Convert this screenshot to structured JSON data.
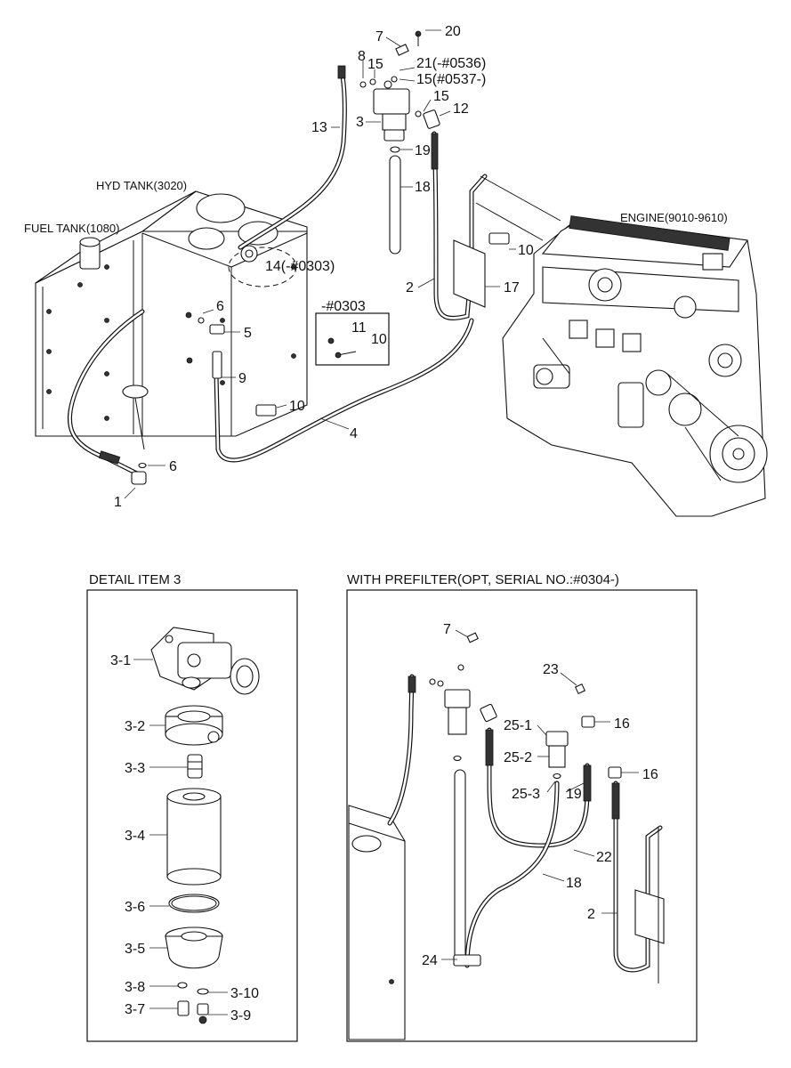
{
  "main": {
    "tank_labels": {
      "hyd_tank": "HYD TANK(3020)",
      "fuel_tank": "FUEL TANK(1080)",
      "engine": "ENGINE(9010-9610)"
    },
    "callouts": {
      "c20": "20",
      "c7": "7",
      "c8": "8",
      "c15a": "15",
      "c21": "21(-#0536)",
      "c15b": "15(#0537-)",
      "c15c": "15",
      "c12": "12",
      "c13": "13",
      "c3": "3",
      "c19": "19",
      "c18": "18",
      "c10a": "10",
      "c14": "14(-#0303)",
      "c2": "2",
      "c17": "17",
      "c6a": "6",
      "c5": "5",
      "c9": "9",
      "c10b": "10",
      "c4": "4",
      "c6b": "6",
      "c1": "1"
    },
    "inset": {
      "title": "-#0303",
      "c11": "11",
      "c10": "10"
    }
  },
  "detail": {
    "title": "DETAIL  ITEM 3",
    "callouts": {
      "d31": "3-1",
      "d32": "3-2",
      "d33": "3-3",
      "d34": "3-4",
      "d36": "3-6",
      "d35": "3-5",
      "d38": "3-8",
      "d310": "3-10",
      "d37": "3-7",
      "d39": "3-9"
    }
  },
  "prefilter": {
    "title": "WITH PREFILTER(OPT, SERIAL NO.:#0304-)",
    "callouts": {
      "p7": "7",
      "p23": "23",
      "p251": "25-1",
      "p16a": "16",
      "p252": "25-2",
      "p16b": "16",
      "p253": "25-3",
      "p19": "19",
      "p22": "22",
      "p18": "18",
      "p2": "2",
      "p24": "24"
    }
  }
}
